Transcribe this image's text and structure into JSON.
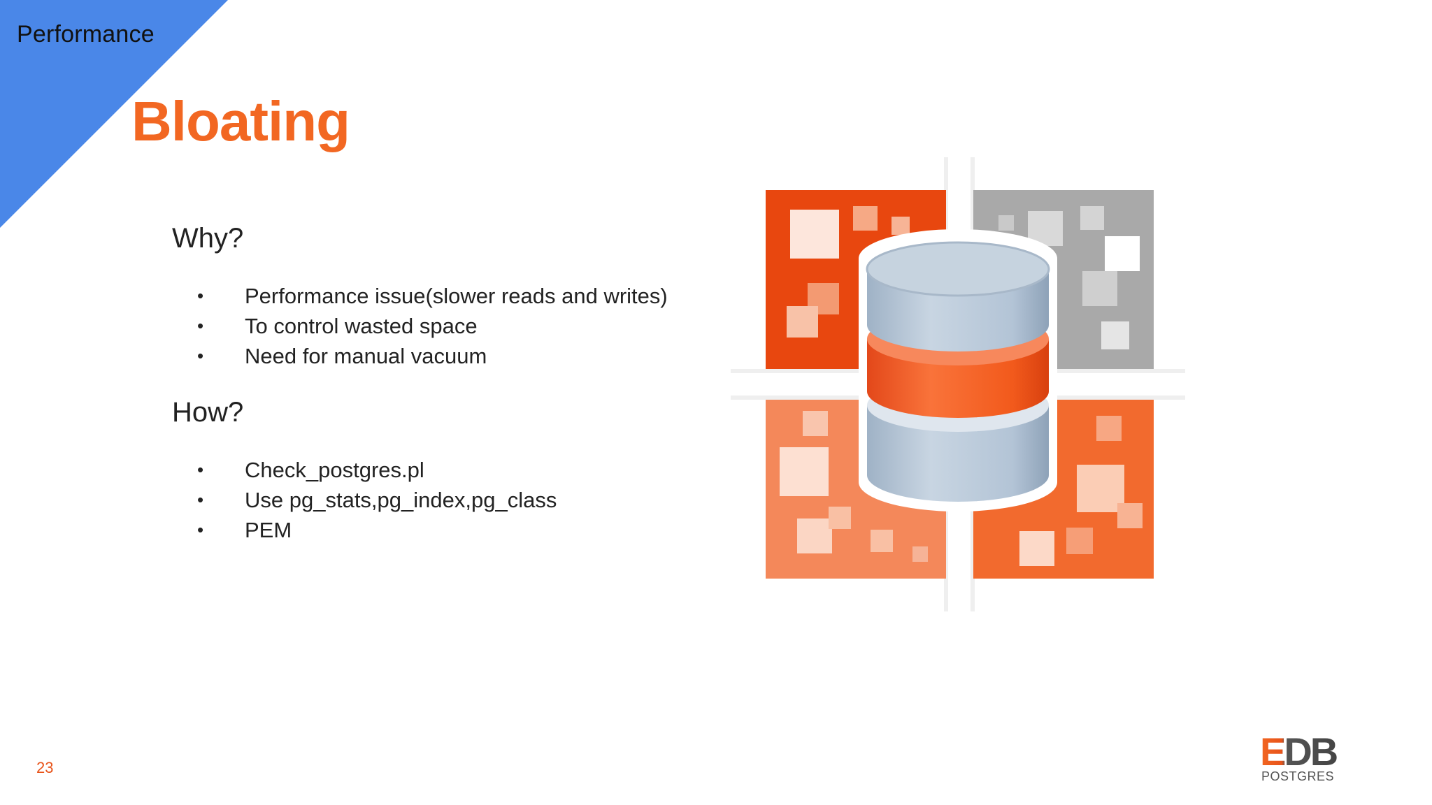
{
  "slide": {
    "section": "Performance",
    "title": "Bloating",
    "page_number": "23"
  },
  "content": {
    "why_heading": "Why?",
    "why_items": [
      "Performance issue(slower reads and writes)",
      "To control wasted space",
      "Need for manual vacuum"
    ],
    "how_heading": "How?",
    "how_items": [
      "Check_postgres.pl",
      "Use pg_stats,pg_index,pg_class",
      "PEM"
    ],
    "bullet_glyph": "•"
  },
  "illustration": {
    "icon": "database-quadrants-icon"
  },
  "logo": {
    "line1": "EDB",
    "line2": "POSTGRES",
    "icon": "edb-postgres-logo"
  },
  "colors": {
    "corner_blue": "#4a87e8",
    "title_orange": "#f26722",
    "quad_red_orange": "#e8470f",
    "quad_gray": "#a9a9a9",
    "quad_light_orange": "#f4885a",
    "quad_orange": "#f26a2e",
    "db_blue": "#b3c4d6",
    "db_orange": "#f25a1c"
  }
}
